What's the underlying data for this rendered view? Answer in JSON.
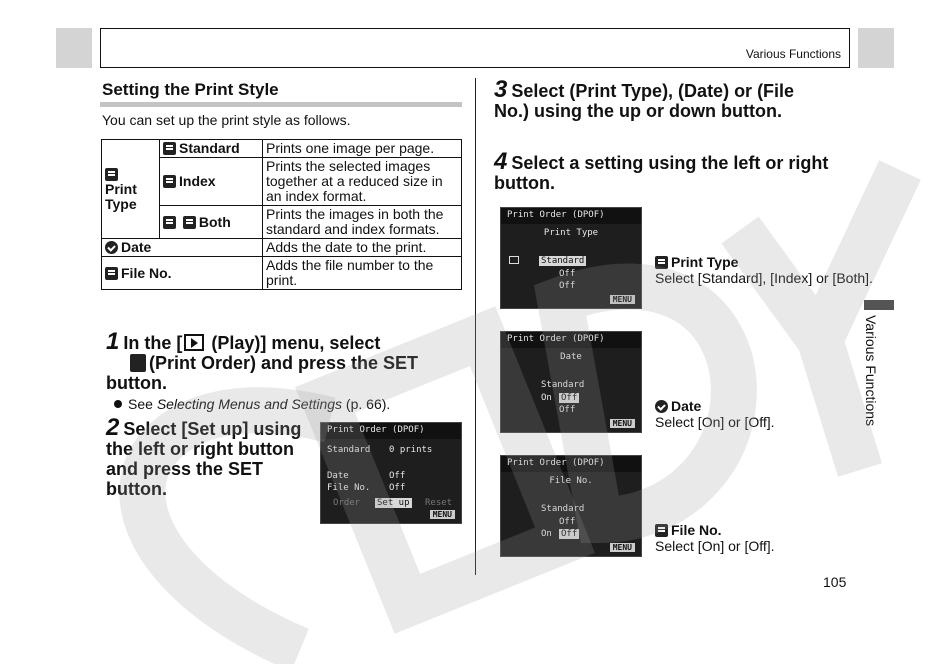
{
  "header": {
    "section": "Various Functions"
  },
  "section_title": "Setting the Print Style",
  "intro": "You can set up the print style as follows.",
  "table": {
    "print_type": "Print Type",
    "standard": "Standard",
    "standard_desc": "Prints one image per page.",
    "index": "Index",
    "index_desc": "Prints the selected images together at a reduced size in an index format.",
    "both": "Both",
    "both_desc": "Prints the images in both the standard and index formats.",
    "date": "Date",
    "date_desc": "Adds the date to the print.",
    "file_no": "File No.",
    "file_no_desc": "Adds the file number to the print."
  },
  "steps": {
    "s1_num": "1",
    "s1_a": "In the [",
    "s1_b": " (Play)] menu, select",
    "s1_c": "(Print Order) and press the SET button.",
    "s1_note_a": "See ",
    "s1_note_link": "Selecting Menus and Settings",
    "s1_note_b": " (p. 66).",
    "s2_num": "2",
    "s2_text": "Select [Set up] using the left or right button and press the SET button.",
    "s3_num": "3",
    "s3_text": "Select (Print Type), (Date) or (File No.) using the up or down button.",
    "s4_num": "4",
    "s4_text": "Select a setting using the left or right button."
  },
  "lcd_order": {
    "title": "Print Order (DPOF)",
    "row1_label": "Standard",
    "row1_value": "0 prints",
    "row2_label": "Date",
    "row2_value": "Off",
    "row3_label": "File No.",
    "row3_value": "Off",
    "btn_order": "Order",
    "btn_setup": "Set up",
    "btn_reset": "Reset",
    "menu": "MENU"
  },
  "lcd_type": {
    "title": "Print Order (DPOF)",
    "sub": "Print Type",
    "v1": "Standard",
    "v2": "Off",
    "v3": "Off",
    "menu": "MENU"
  },
  "lcd_date": {
    "title": "Print Order (DPOF)",
    "sub": "Date",
    "v1": "Standard",
    "v2a": "On",
    "v2b": "Off",
    "v3": "Off",
    "menu": "MENU"
  },
  "lcd_file": {
    "title": "Print Order (DPOF)",
    "sub": "File No.",
    "v1": "Standard",
    "v2": "Off",
    "v3a": "On",
    "v3b": "Off",
    "menu": "MENU"
  },
  "captions": {
    "type_title": "Print Type",
    "type_desc": "Select [Standard], [Index] or [Both].",
    "date_title": "Date",
    "date_desc": "Select [On] or [Off].",
    "file_title": "File No.",
    "file_desc": "Select [On] or [Off]."
  },
  "side_label": "Various Functions",
  "page_number": "105"
}
